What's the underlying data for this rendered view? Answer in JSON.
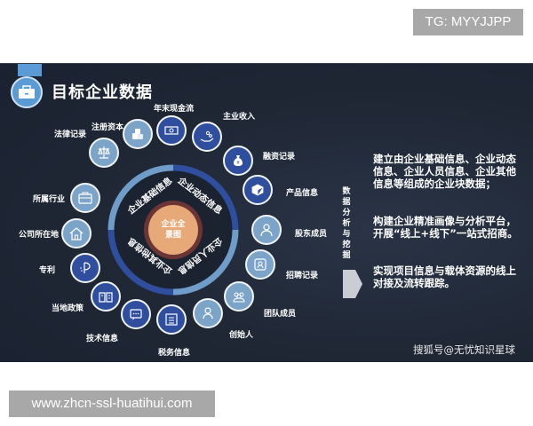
{
  "watermarks": {
    "top": "TG: MYYJJPP",
    "bottom": "www.zhcn-ssl-huatihui.com"
  },
  "slide": {
    "title": "目标企业数据",
    "title_icon": "briefcase-icon",
    "center": {
      "line1": "企业全",
      "line2": "景图"
    },
    "ring_segments": [
      {
        "label": "企业基础信息",
        "color": "#6f9cc8"
      },
      {
        "label": "企业动态信息",
        "color": "#2f4f9e"
      },
      {
        "label": "企业人员信息",
        "color": "#6f9cc8"
      },
      {
        "label": "企业其他信息",
        "color": "#2f4f9e"
      }
    ],
    "bubbles": [
      {
        "label": "法律记录",
        "icon": "scales-icon",
        "style": "light"
      },
      {
        "label": "注册资本",
        "icon": "coins-stack-icon",
        "style": "light"
      },
      {
        "label": "年末现金流",
        "icon": "banknote-icon",
        "style": "dark"
      },
      {
        "label": "主业收入",
        "icon": "hand-coins-icon",
        "style": "dark"
      },
      {
        "label": "融资记录",
        "icon": "money-bag-icon",
        "style": "dark"
      },
      {
        "label": "产品信息",
        "icon": "box-icon",
        "style": "dark"
      },
      {
        "label": "股东成员",
        "icon": "person-tie-icon",
        "style": "light"
      },
      {
        "label": "招聘记录",
        "icon": "id-badge-icon",
        "style": "light"
      },
      {
        "label": "团队成员",
        "icon": "group-icon",
        "style": "light"
      },
      {
        "label": "创始人",
        "icon": "user-icon",
        "style": "light"
      },
      {
        "label": "税务信息",
        "icon": "list-document-icon",
        "style": "dark"
      },
      {
        "label": "技术信息",
        "icon": "chat-bubble-icon",
        "style": "dark"
      },
      {
        "label": "当地政策",
        "icon": "open-book-icon",
        "style": "dark"
      },
      {
        "label": "专利",
        "icon": "patent-pen-icon",
        "style": "dark"
      },
      {
        "label": "公司所在地",
        "icon": "house-icon",
        "style": "light"
      },
      {
        "label": "所属行业",
        "icon": "briefcase-icon",
        "style": "light"
      }
    ],
    "arrow_text": "数据分析与挖掘",
    "paragraphs": [
      "建立由企业基础信息、企业动态信息、企业人员信息、企业其他信息等组成的企业块数据；",
      "构建企业精准画像与分析平台，开展“线上+线下”一站式招商。",
      "实现项目信息与载体资源的线上对接及流转跟踪。"
    ],
    "credit": "搜狐号@无忧知识星球"
  }
}
